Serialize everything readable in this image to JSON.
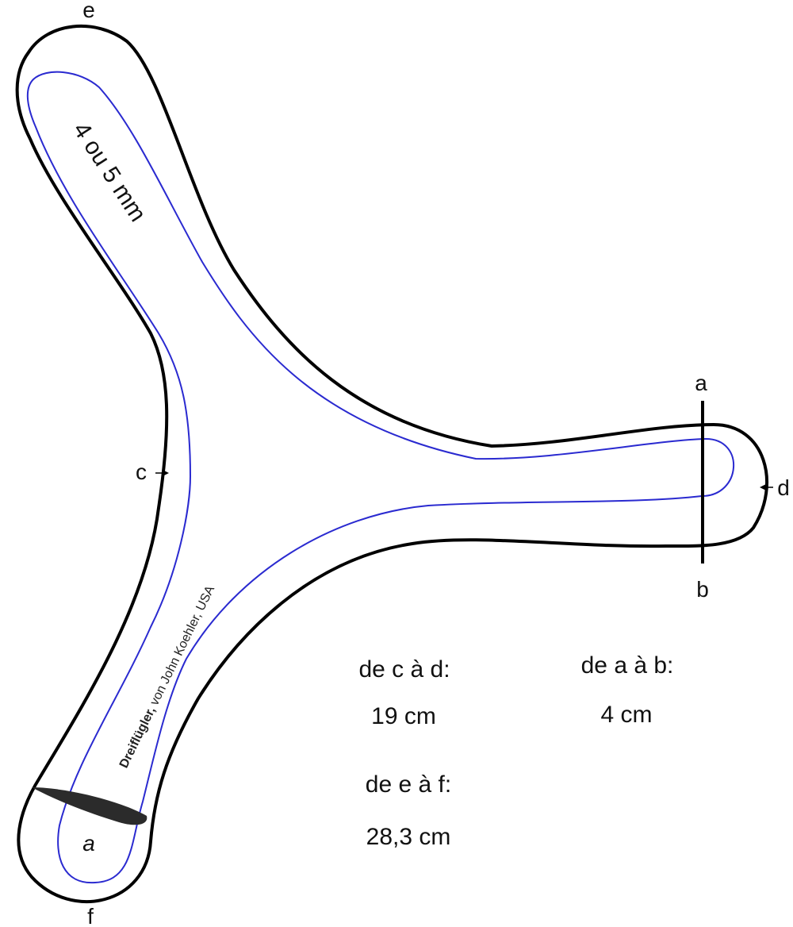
{
  "points": {
    "a": "a",
    "b": "b",
    "c": "c",
    "d": "d",
    "e": "e",
    "f": "f"
  },
  "thickness_label": "4 ou 5 mm",
  "credit": {
    "title": "Dreiflügler,",
    "author": " von John Koehler, USA"
  },
  "airfoil_marker": "a",
  "measurements": [
    {
      "label": "de c à d:",
      "value": "19 cm"
    },
    {
      "label": "de a à b:",
      "value": "4 cm"
    },
    {
      "label": "de e à f:",
      "value": "28,3 cm"
    }
  ],
  "colors": {
    "outline": "#000000",
    "inner_line": "#2a2ad0",
    "section_fill": "#2b2b2b"
  }
}
